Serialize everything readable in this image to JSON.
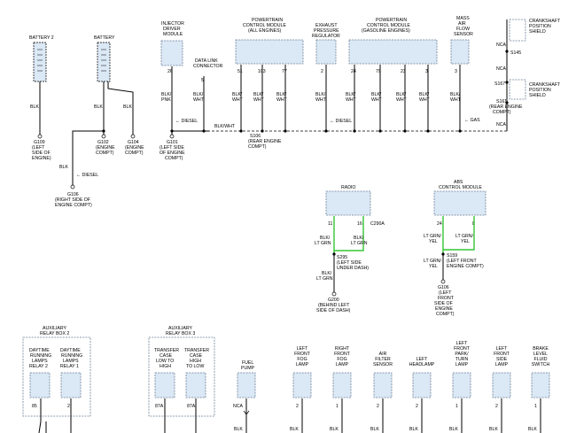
{
  "colors": {
    "component_fill": "#dbe8f5",
    "wire": "#000000",
    "green_wire": "#35c535"
  },
  "top": {
    "battery2": "BATTERY 2",
    "battery": "BATTERY",
    "injector_module": [
      "INJECTOR",
      "DRIVER",
      "MODULE"
    ],
    "data_link": [
      "DATA LINK",
      "CONNECTOR"
    ],
    "pcm_all": [
      "POWERTRAIN",
      "CONTROL MODULE",
      "(ALL ENGINES)"
    ],
    "exhaust": [
      "EXHAUST",
      "PRESSURE",
      "REGULATOR"
    ],
    "pcm_gas": [
      "POWERTRAIN",
      "CONTROL MODULE",
      "(GASOLINE ENGINES)"
    ],
    "maf": [
      "MASS",
      "AIR",
      "FLOW",
      "SENSOR"
    ],
    "crank_shield_1": [
      "CRANKSHAFT",
      "POSITION",
      "SHIELD"
    ],
    "crank_shield_2": [
      "CRANKSHAFT",
      "POSITION",
      "SHIELD"
    ],
    "pins": {
      "inj": "26",
      "dlc": "5",
      "pcm1": "51",
      "pcm2": "103",
      "pcm3": "77",
      "exh": "2",
      "pcm4": "24",
      "pcm5": "79",
      "pcm6": "23",
      "pcm7": "3",
      "maf": "3"
    },
    "wires": {
      "blk": "BLK",
      "blk_pnk": [
        "BLK/",
        "PNK"
      ],
      "blk_wht": [
        "BLK/",
        "WHT"
      ],
      "blk_wht_inline": "BLK/WHT",
      "diesel": "DIESEL",
      "gas": "GAS",
      "nca": "NCA"
    },
    "grounds": {
      "g109": [
        "G109",
        "(LEFT",
        "SIDE OF",
        "ENGINE)"
      ],
      "g102": [
        "G102",
        "(ENGINE",
        "COMPT)"
      ],
      "g104": [
        "G104",
        "(ENGINE",
        "COMPT)"
      ],
      "g101": [
        "G101",
        "(LEFT SIDE",
        "OF ENGINE",
        "COMPT)"
      ],
      "s106": [
        "S106",
        "(REAR ENGINE",
        "COMPT)"
      ],
      "g106a": [
        "G106",
        "(RIGHT SIDE OF",
        "ENGINE COMPT)"
      ]
    },
    "splices": {
      "s145": "S145",
      "s167": "S167",
      "s161": [
        "S161",
        "(REAR ENGINE",
        "COMPT)"
      ]
    }
  },
  "mid": {
    "radio": "RADIO",
    "radio_pins": {
      "a": "11",
      "b": "16",
      "conn": "C290A"
    },
    "radio_wires": [
      "BLK/",
      "LT GRN"
    ],
    "s295": [
      "S295",
      "(LEFT SIDE",
      "UNDER DASH)"
    ],
    "g200": [
      "G200",
      "(BEHIND LEFT",
      "SIDE OF DASH)"
    ],
    "abs": [
      "ABS",
      "CONTROL MODULE"
    ],
    "abs_pins": {
      "a": "24",
      "b": "8"
    },
    "abs_wires": [
      "LT GRN/",
      "YEL"
    ],
    "s159": [
      "S159",
      "(LEFT FRONT",
      "ENGINE COMPT)"
    ],
    "g106b": [
      "G106",
      "(LEFT",
      "FRONT",
      "SIDE OF",
      "ENGINE",
      "COMPT)"
    ]
  },
  "bottom": {
    "relay_box2": [
      "AUXILIARY",
      "RELAY BOX 2"
    ],
    "drl2": [
      "DAYTIME",
      "RUNNING",
      "LAMPS",
      "RELAY 2"
    ],
    "drl1": [
      "DAYTIME",
      "RUNNING",
      "LAMPS",
      "RELAY 1"
    ],
    "drl_pins": {
      "a": "85",
      "b": "2"
    },
    "relay_box3": [
      "AUXILIARY",
      "RELAY BOX 3"
    ],
    "tc_low": [
      "TRANSFER",
      "CASE",
      "LOW TO",
      "HIGH"
    ],
    "tc_high": [
      "TRANSFER",
      "CASE",
      "HIGH",
      "TO LOW"
    ],
    "tc_pins": {
      "a": "87A",
      "b": "87A"
    },
    "fuel_pump": [
      "FUEL",
      "PUMP"
    ],
    "fuel_pin": "NCA",
    "items": [
      {
        "label": [
          "LEFT",
          "FRONT",
          "FOG",
          "LAMP"
        ],
        "pin": "2"
      },
      {
        "label": [
          "RIGHT",
          "FRONT",
          "FOG",
          "LAMP"
        ],
        "pin": "1"
      },
      {
        "label": [
          "AIR",
          "FILTER",
          "SENSOR"
        ],
        "pin": "2"
      },
      {
        "label": [
          "LEFT",
          "HEADLAMP"
        ],
        "pin": "2"
      },
      {
        "label": [
          "LEFT",
          "FRONT",
          "PARK/",
          "TURN",
          "LAMP"
        ],
        "pin": "1"
      },
      {
        "label": [
          "LEFT",
          "FRONT",
          "SIDE",
          "LAMP"
        ],
        "pin": "2"
      },
      {
        "label": [
          "BRAKE",
          "LEVEL",
          "FLUID",
          "SWITCH"
        ],
        "pin": "1"
      }
    ],
    "blk": "BLK"
  }
}
